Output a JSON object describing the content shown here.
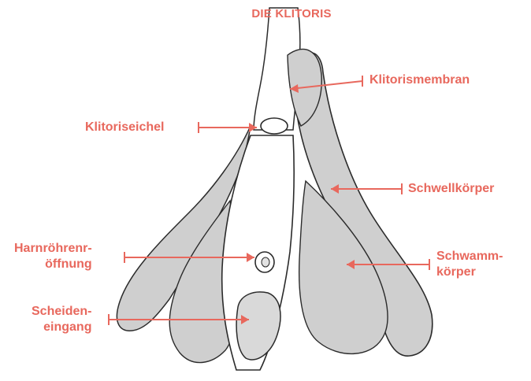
{
  "colors": {
    "accent": "#e8685d",
    "tissue": "#cfcfcf",
    "outline": "#2b2b2b",
    "background": "#ffffff"
  },
  "title": "DIE KLITORIS",
  "labels": {
    "klitorismembran": [
      "Klitorismembran"
    ],
    "klitoriseichel": [
      "Klitoriseichel"
    ],
    "schwellkoerper": [
      "Schwellkörper"
    ],
    "harnroehrenoeffnung": [
      "Harnröhrenr-",
      "öffnung"
    ],
    "schwammkoerper": [
      "Schwamm-",
      "körper"
    ],
    "scheideneingang": [
      "Scheiden-",
      "eingang"
    ]
  }
}
